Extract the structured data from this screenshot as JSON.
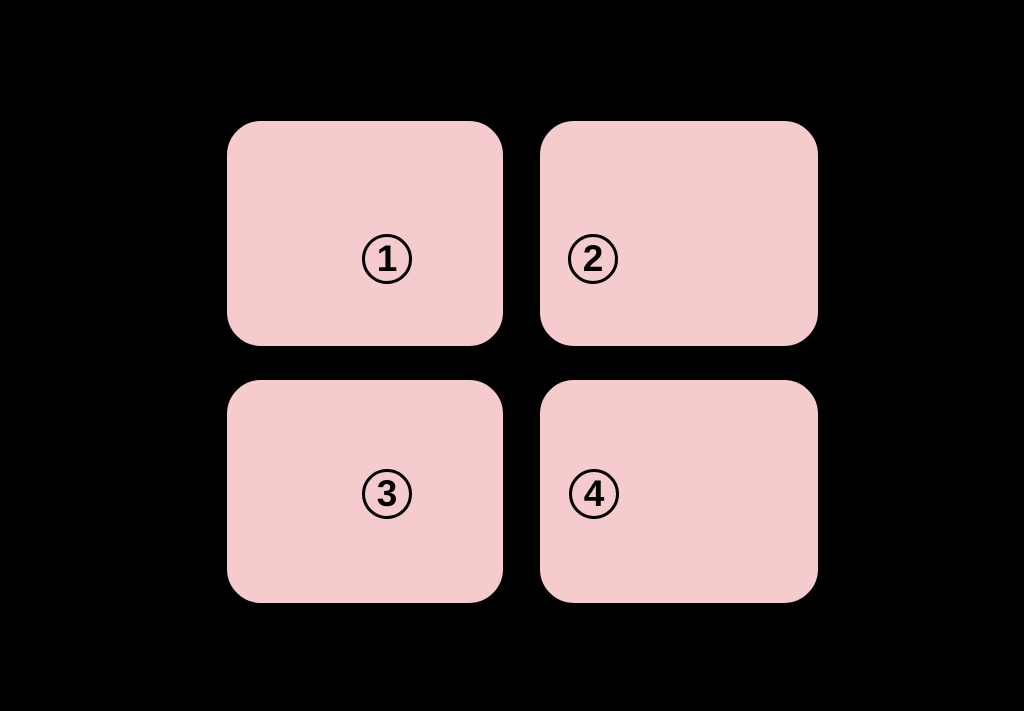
{
  "diagram": {
    "background_color": "#000000",
    "node_fill_color": "#F5CBCD",
    "label_color": "#000000",
    "layout": "2x2-grid",
    "nodes": [
      {
        "id": "node-1",
        "label": "1",
        "row": 1,
        "col": 1
      },
      {
        "id": "node-2",
        "label": "2",
        "row": 1,
        "col": 2
      },
      {
        "id": "node-3",
        "label": "3",
        "row": 2,
        "col": 1
      },
      {
        "id": "node-4",
        "label": "4",
        "row": 2,
        "col": 2
      }
    ]
  }
}
